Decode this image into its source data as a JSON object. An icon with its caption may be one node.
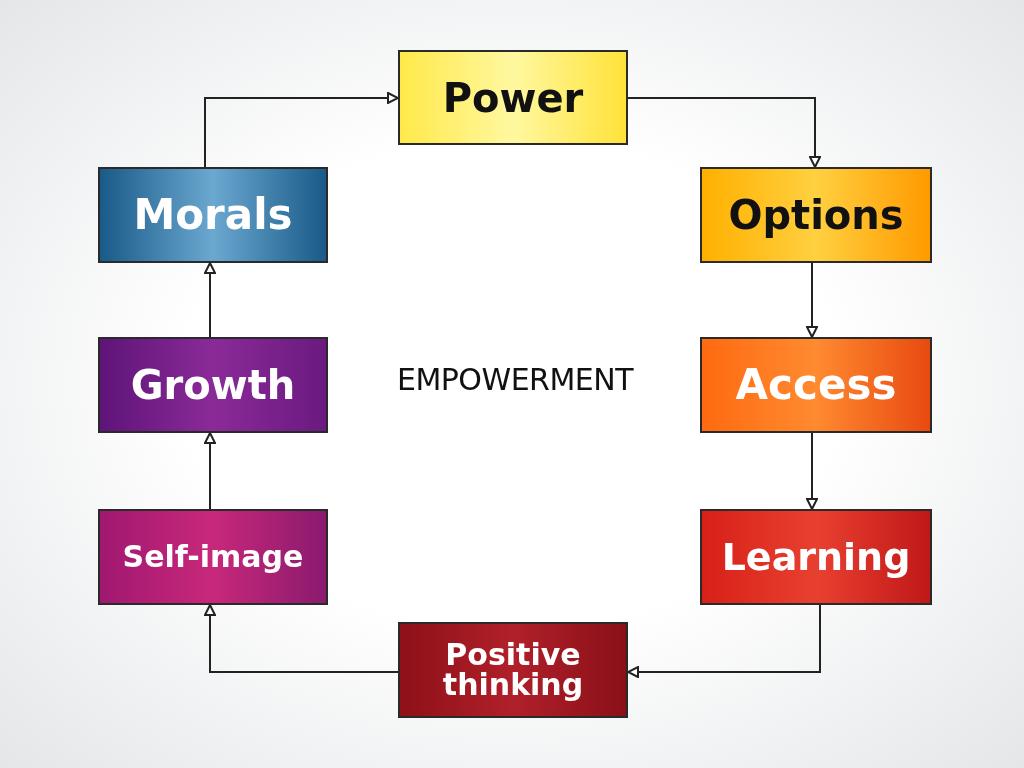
{
  "diagram": {
    "nodes": [
      {
        "text": [
          "Power"
        ]
      },
      {
        "text": [
          "Options"
        ]
      },
      {
        "text": [
          "Access"
        ]
      },
      {
        "text": [
          "Learning"
        ]
      },
      {
        "text": [
          "Positive thinking"
        ]
      },
      {
        "text": [
          "Self-image"
        ]
      },
      {
        "text": [
          "Growth"
        ]
      },
      {
        "text": [
          "Morals"
        ]
      }
    ],
    "edges": [
      {
        "from": 0,
        "to": 1,
        "arrow": "to"
      },
      {
        "from": 1,
        "to": 2,
        "arrow": "to"
      },
      {
        "from": 2,
        "to": 3,
        "arrow": "to"
      },
      {
        "from": 3,
        "to": 4,
        "arrow": "to"
      },
      {
        "from": 4,
        "to": 5,
        "arrow": "to"
      },
      {
        "from": 5,
        "to": 6,
        "arrow": "to"
      },
      {
        "from": 6,
        "to": 7,
        "arrow": "to"
      },
      {
        "from": 7,
        "to": 0,
        "arrow": "to"
      }
    ],
    "labels": [
      "EMPOWERMENT"
    ]
  }
}
